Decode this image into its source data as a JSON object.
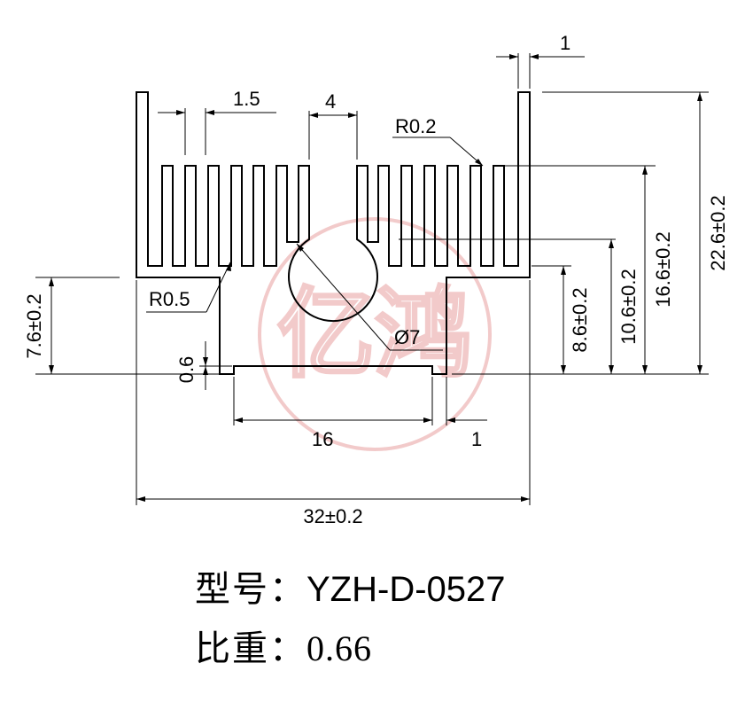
{
  "dimensions": {
    "fin_gap_1": "1",
    "fin_thickness": "1.5",
    "slot_width": "4",
    "radius_fin_tip": "R0.2",
    "radius_fin_root": "R0.5",
    "hole_diameter": "Ø7",
    "foot_height": "7.6±0.2",
    "lip_thickness": "0.6",
    "channel_width": "16",
    "lip_width": "1",
    "total_width": "32±0.2",
    "base_height": "8.6±0.2",
    "inner_fin_height": "10.6±0.2",
    "fin_height": "16.6±0.2",
    "total_height": "22.6±0.2"
  },
  "watermark": {
    "text": "亿鸿",
    "color": "#e8a0a0"
  },
  "info": {
    "model_label": "型号：",
    "model_value": "YZH-D-0527",
    "ratio_label": "比重：",
    "ratio_value": "0.66"
  }
}
